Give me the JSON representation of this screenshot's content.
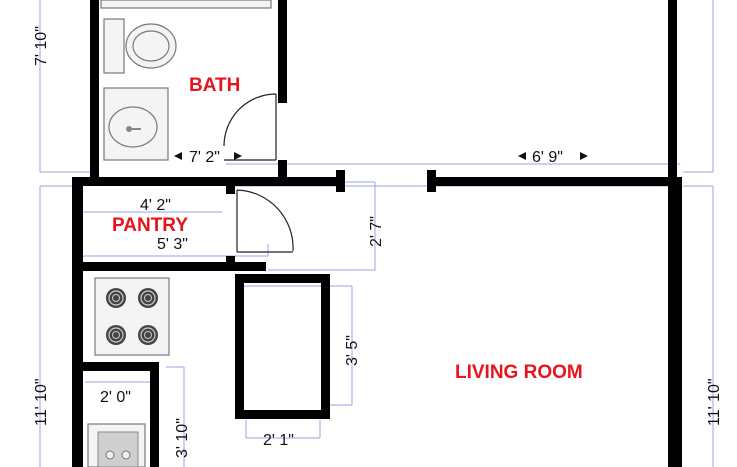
{
  "rooms": {
    "bath": "BATH",
    "pantry": "PANTRY",
    "living_room": "LIVING ROOM"
  },
  "dimensions": {
    "bath_height": "7' 10\"",
    "bath_width": "7' 2\"",
    "upper_right_width": "6' 9\"",
    "pantry_top": "4' 2\"",
    "pantry_bottom": "5' 3\"",
    "pantry_side": "2' 7\"",
    "left_height": "11' 10\"",
    "right_height": "11' 10\"",
    "island_height": "3' 5\"",
    "island_width": "2' 1\"",
    "counter_width": "2' 0\"",
    "counter_height": "3' 10\""
  },
  "colors": {
    "room_label": "#e8141c",
    "wall": "#000000",
    "dimension_line": "#9aa0e6"
  }
}
